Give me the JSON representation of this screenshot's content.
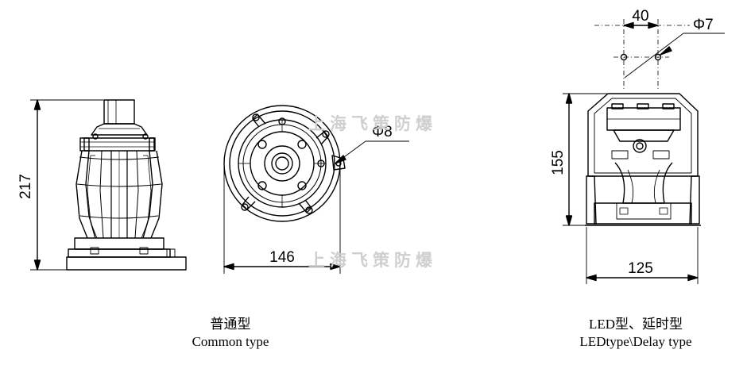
{
  "dimensions": {
    "common_height": "217",
    "front_diameter": "146",
    "hole_diameter": "Φ8",
    "led_spacing": "40",
    "led_hole": "Φ7",
    "led_height": "155",
    "led_width": "125"
  },
  "watermark": {
    "upper": "上海飞策防爆",
    "lower": "上海飞策防爆"
  },
  "captions": {
    "common_zh": "普通型",
    "common_en": "Common type",
    "led_zh": "LED型、延时型",
    "led_en": "LEDtype\\Delay type"
  }
}
